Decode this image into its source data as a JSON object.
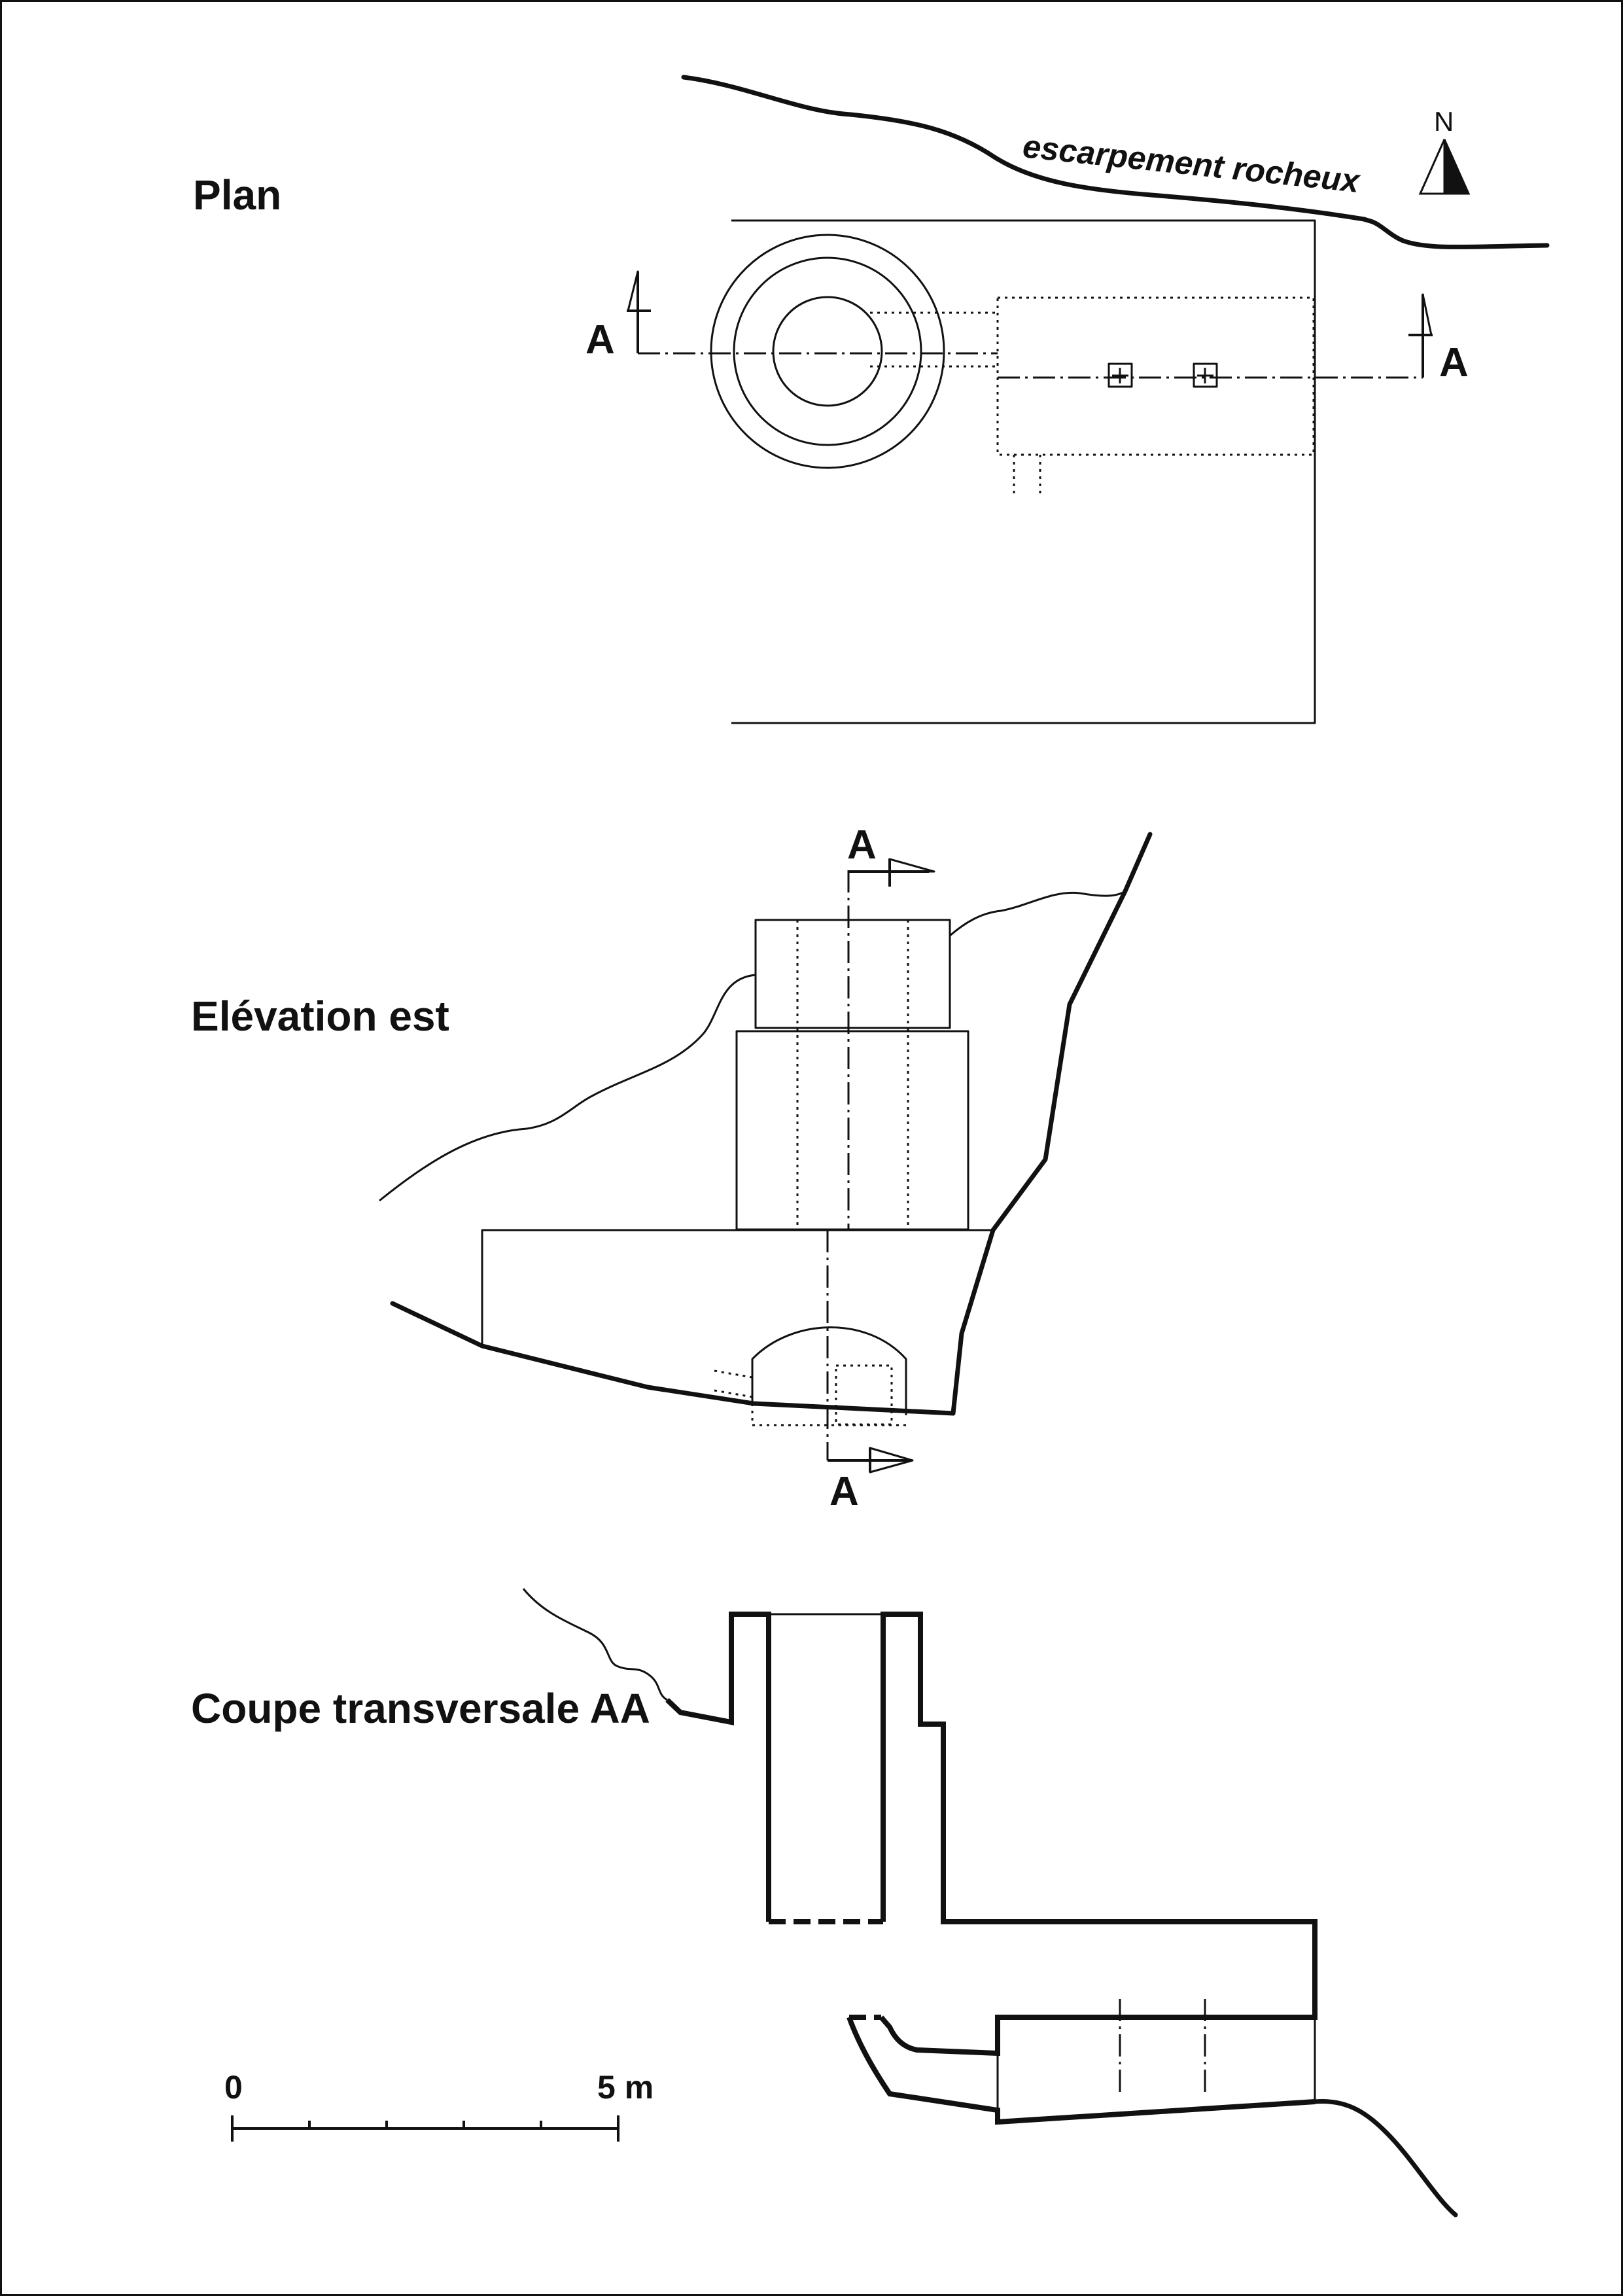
{
  "drawing": {
    "sections": {
      "plan_title": "Plan",
      "elevation_title": "Elévation est",
      "section_title": "Coupe transversale AA"
    },
    "labels": {
      "rock_escarpment": "escarpement rocheux",
      "north": "N",
      "section_letter": "A"
    },
    "scale": {
      "start_label": "0",
      "end_label": "5 m",
      "divisions": 5
    },
    "colors": {
      "ink": "#111111",
      "paper": "#ffffff"
    }
  }
}
